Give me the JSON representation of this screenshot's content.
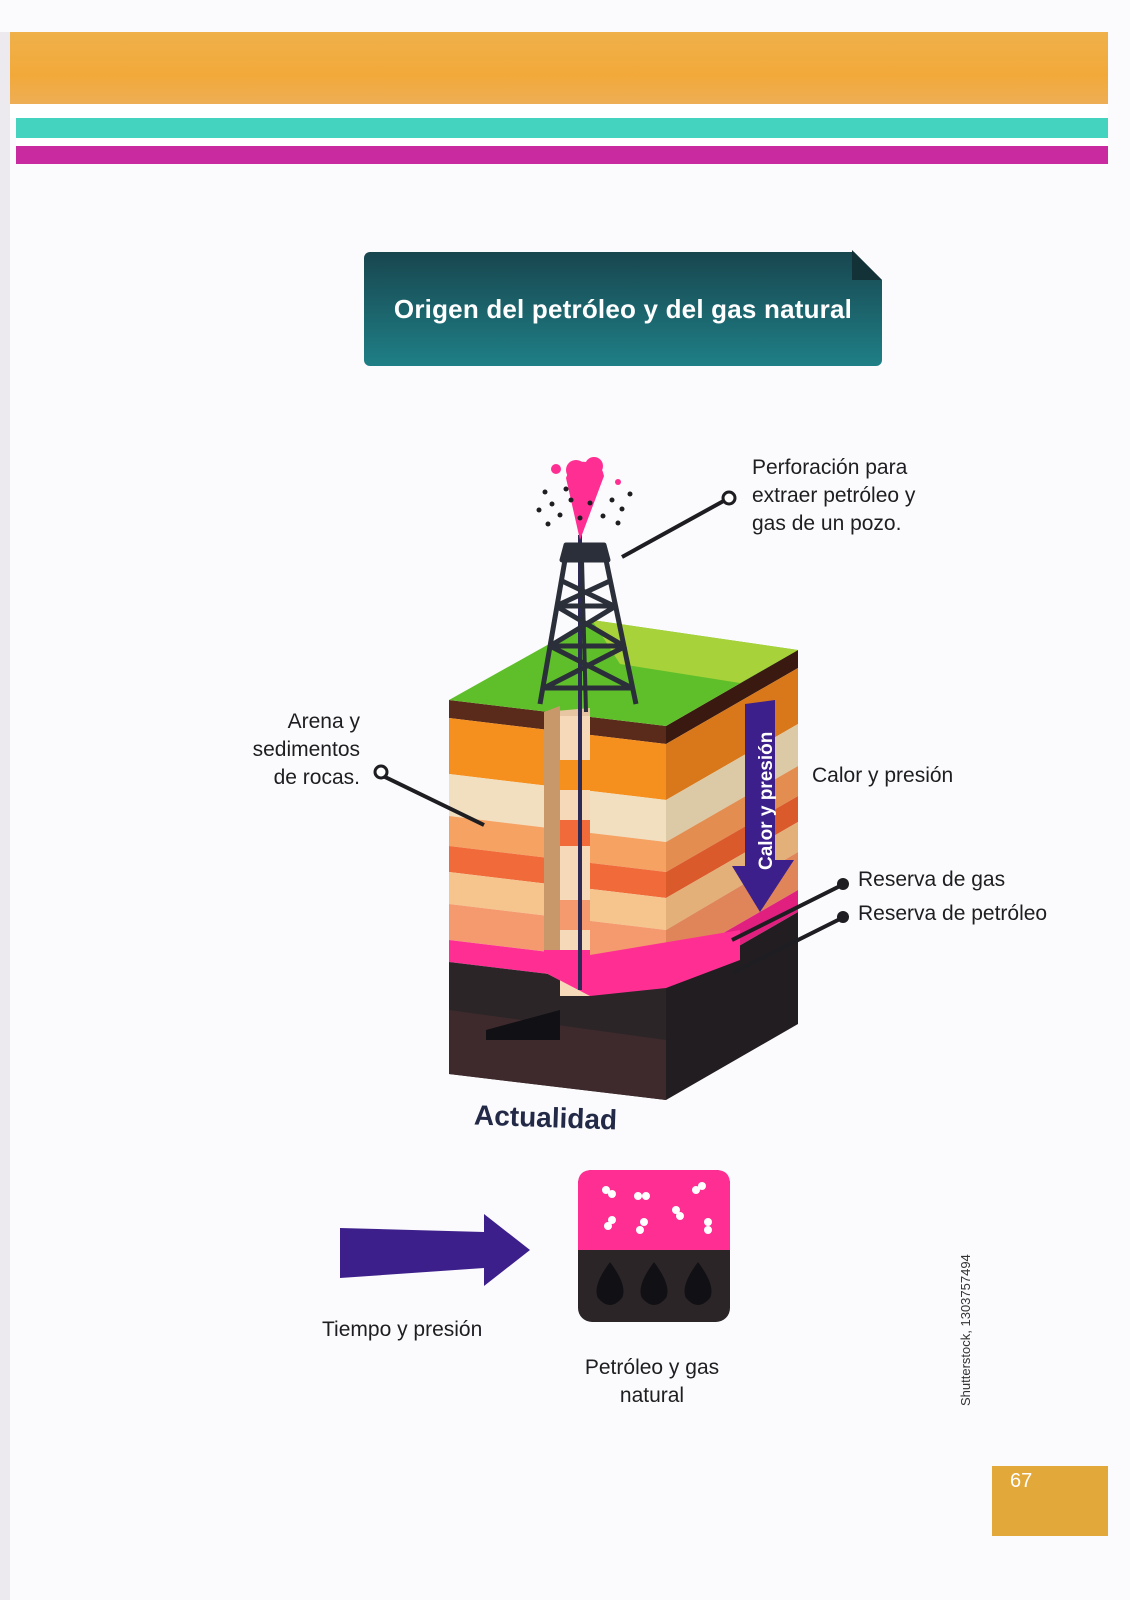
{
  "title": "Origen del petróleo y del gas natural",
  "labels": {
    "drilling": [
      "Perforación para",
      "extraer petróleo y",
      "gas de un pozo."
    ],
    "sediments": [
      "Arena y",
      "sedimentos",
      "de rocas."
    ],
    "heat_pressure_side": "Calor y presión",
    "heat_pressure_arrow": "Calor y presión",
    "gas_reserve": "Reserva de gas",
    "oil_reserve": "Reserva de petróleo",
    "present": "Actualidad",
    "time_pressure": "Tiempo y presión",
    "product": [
      "Petróleo y gas",
      "natural"
    ]
  },
  "credit": "Shutterstock, 1303757494",
  "page_number": "67",
  "colors": {
    "header_orange": "#f2a93a",
    "header_teal": "#43d3be",
    "header_magenta": "#c92a9f",
    "title_box": "#1a5c63",
    "arrow_purple": "#3d1f8c",
    "gas_pink": "#ff2e93",
    "oil_black": "#2b2528"
  }
}
